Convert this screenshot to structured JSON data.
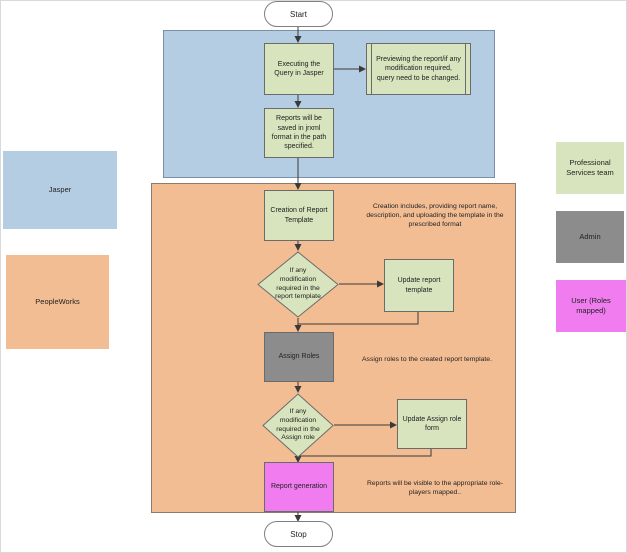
{
  "legend": {
    "jasper": "Jasper",
    "peopleworks": "PeopleWorks",
    "professional_services": "Professional Services team",
    "admin": "Admin",
    "user_roles": "User (Roles mapped)"
  },
  "colors": {
    "jasper_lane": "#b4cde3",
    "peopleworks_lane": "#f3bd94",
    "professional_services": "#d7e4bd",
    "admin": "#8c8c8c",
    "user_roles": "#f07cf0"
  },
  "flow": {
    "start": "Start",
    "stop": "Stop",
    "executing_query": "Executing the Query in Jasper",
    "previewing_report": "Previewing the report/if any modification required, query need to be changed.",
    "reports_saved": "Reports will be saved in jrxml format in the path specified.",
    "creation_template": "Creation of Report Template",
    "creation_note": "Creation includes, providing report name, description, and uploading the template in the prescribed format",
    "decision_template": "If any modification required in the report template",
    "update_template": "Update report template",
    "assign_roles": "Assign Roles",
    "assign_roles_note": "Assign roles to the created report template.",
    "decision_assign_role": "If any modification required in the Assign role",
    "update_assign_role": "Update Assign role form",
    "report_generation": "Report generation",
    "report_generation_note": "Reports will be visible to the appropriate role-players mapped.."
  }
}
